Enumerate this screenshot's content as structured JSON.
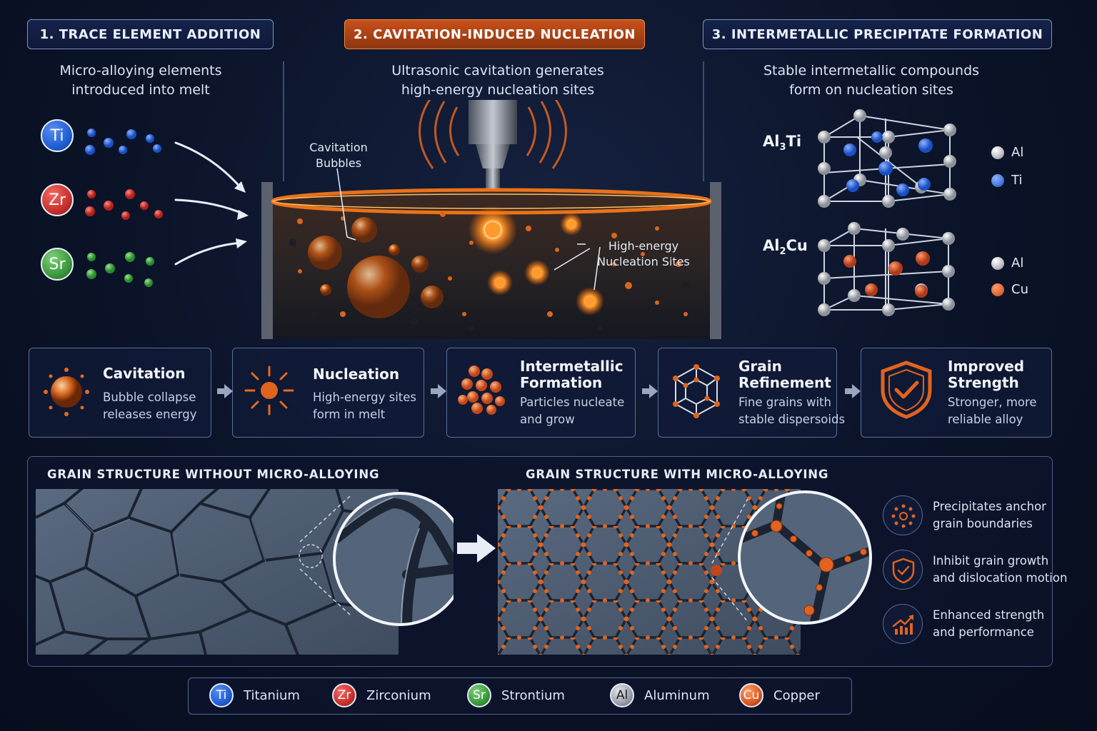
{
  "steps": [
    {
      "label": "1. TRACE ELEMENT ADDITION",
      "desc_line1": "Micro-alloying elements",
      "desc_line2": "introduced into melt"
    },
    {
      "label": "2. CAVITATION-INDUCED NUCLEATION",
      "desc_line1": "Ultrasonic cavitation generates",
      "desc_line2": "high-energy nucleation sites"
    },
    {
      "label": "3. INTERMETALLIC PRECIPITATE FORMATION",
      "desc_line1": "Stable intermetallic compounds",
      "desc_line2": "form on nucleation sites"
    }
  ],
  "elements_added": [
    {
      "symbol": "Ti",
      "color": "#1f5fd6"
    },
    {
      "symbol": "Zr",
      "color": "#c9302c"
    },
    {
      "symbol": "Sr",
      "color": "#3b9a3b"
    }
  ],
  "melt_labels": {
    "bubbles_line1": "Cavitation",
    "bubbles_line2": "Bubbles",
    "sites_line1": "High-energy",
    "sites_line2": "Nucleation Sites"
  },
  "compounds": [
    {
      "formula_base": "Al",
      "formula_sub": "3",
      "formula_end": "Ti",
      "legend": [
        {
          "label": "Al",
          "color": "#b9bec8"
        },
        {
          "label": "Ti",
          "color": "#2b63e0"
        }
      ]
    },
    {
      "formula_base": "Al",
      "formula_sub": "2",
      "formula_end": "Cu",
      "legend": [
        {
          "label": "Al",
          "color": "#b9bec8"
        },
        {
          "label": "Cu",
          "color": "#e0602a"
        }
      ]
    }
  ],
  "process": [
    {
      "title_line1": "Cavitation",
      "title_line2": "",
      "desc_line1": "Bubble collapse",
      "desc_line2": "releases energy"
    },
    {
      "title_line1": "Nucleation",
      "title_line2": "",
      "desc_line1": "High-energy sites",
      "desc_line2": "form in melt"
    },
    {
      "title_line1": "Intermetallic",
      "title_line2": "Formation",
      "desc_line1": "Particles nucleate",
      "desc_line2": "and grow"
    },
    {
      "title_line1": "Grain",
      "title_line2": "Refinement",
      "desc_line1": "Fine grains with",
      "desc_line2": "stable dispersoids"
    },
    {
      "title_line1": "Improved",
      "title_line2": "Strength",
      "desc_line1": "Stronger, more",
      "desc_line2": "reliable alloy"
    }
  ],
  "grain_panel": {
    "without_title": "GRAIN STRUCTURE WITHOUT MICRO-ALLOYING",
    "with_title": "GRAIN STRUCTURE WITH MICRO-ALLOYING"
  },
  "benefits": [
    {
      "line1": "Precipitates anchor",
      "line2": "grain boundaries",
      "icon": "precipitate-icon"
    },
    {
      "line1": "Inhibit grain growth",
      "line2": "and dislocation motion",
      "icon": "shield-check-icon"
    },
    {
      "line1": "Enhanced strength",
      "line2": "and performance",
      "icon": "trend-up-icon"
    }
  ],
  "legend": [
    {
      "symbol": "Ti",
      "name": "Titanium",
      "color": "#1f5fd6"
    },
    {
      "symbol": "Zr",
      "name": "Zirconium",
      "color": "#c9302c"
    },
    {
      "symbol": "Sr",
      "name": "Strontium",
      "color": "#3b9a3b"
    },
    {
      "symbol": "Al",
      "name": "Aluminum",
      "color": "#9aa0aa"
    },
    {
      "symbol": "Cu",
      "name": "Copper",
      "color": "#d9581f"
    }
  ],
  "colors": {
    "accent": "#e8742a",
    "background": "#0b1328",
    "border": "#7f93c0"
  }
}
